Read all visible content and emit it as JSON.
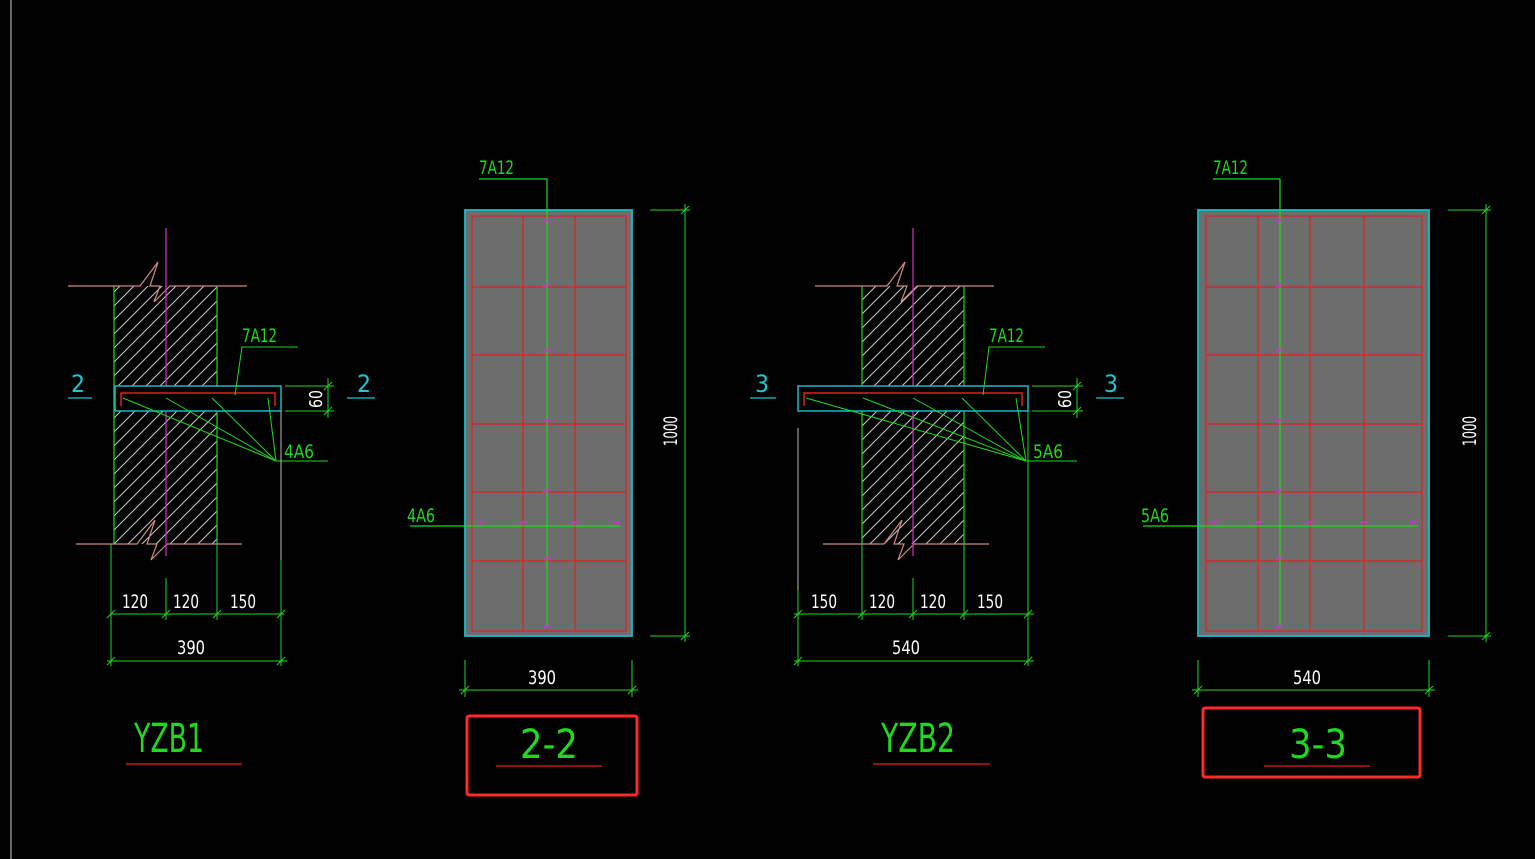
{
  "colors": {
    "background": "#000000",
    "dim": "#1fd81f",
    "outline": "#1fd81f",
    "rebar": "#e02020",
    "section_edge": "#19b9c8",
    "section_fill": "#6d6d6d",
    "magenta": "#d030d0",
    "cyan_label": "#19c6d6",
    "wall_line": "#d08a80",
    "highlight_box": "#ff2a2a",
    "hatch": "#c8c8c8"
  },
  "yzb1": {
    "name": "YZB1",
    "rebar_label": "7A12",
    "stirrup_label": "4A6",
    "cut_mark_left": "2",
    "cut_mark_right": "2",
    "thickness": "60",
    "dims": [
      "120",
      "120",
      "150"
    ],
    "total": "390"
  },
  "section_2": {
    "title": "2-2",
    "rebar_label": "7A12",
    "stirrup_label": "4A6",
    "height": "1000",
    "width": "390"
  },
  "yzb2": {
    "name": "YZB2",
    "rebar_label": "7A12",
    "stirrup_label": "5A6",
    "cut_mark_left": "3",
    "cut_mark_right": "3",
    "thickness": "60",
    "dims": [
      "150",
      "120",
      "120",
      "150"
    ],
    "total": "540"
  },
  "section_3": {
    "title": "3-3",
    "rebar_label": "7A12",
    "stirrup_label": "5A6",
    "height": "1000",
    "width": "540"
  }
}
